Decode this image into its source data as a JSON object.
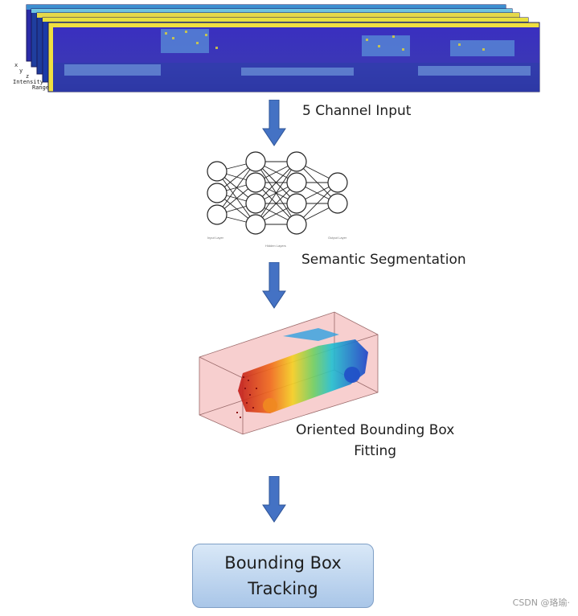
{
  "input_stage": {
    "channel_labels": [
      "x",
      "y",
      "z",
      "Intensity",
      "Range"
    ],
    "label": "5 Channel Input"
  },
  "network_stage": {
    "layer_labels": {
      "input": "Input Layer",
      "hidden": "Hidden Layers",
      "output": "Output Layer"
    },
    "label": "Semantic Segmentation"
  },
  "fitting_stage": {
    "label": "Oriented Bounding Box\nFitting"
  },
  "tracking_stage": {
    "label": "Bounding Box\nTracking"
  },
  "watermark": "CSDN @珞瑜·",
  "colors": {
    "arrow": "#4472c4",
    "box_fill": "#a9c6e8",
    "obb_fill": "#f7cfcf"
  }
}
